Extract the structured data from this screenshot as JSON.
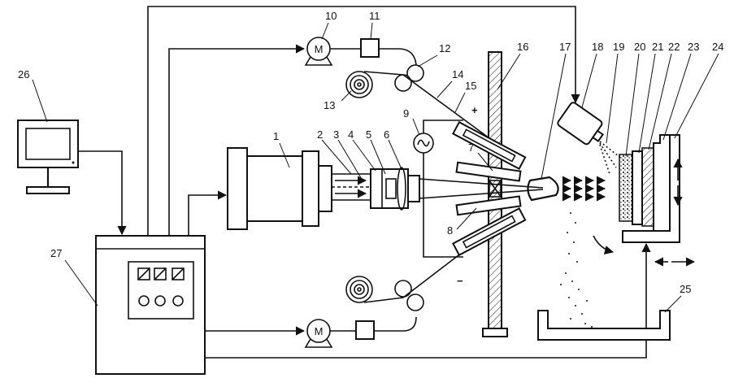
{
  "labels": {
    "l1": "1",
    "l2": "2",
    "l3": "3",
    "l4": "4",
    "l5": "5",
    "l6": "6",
    "l7": "7",
    "l8": "8",
    "l9": "9",
    "l10": "10",
    "l11": "11",
    "l12": "12",
    "l13": "13",
    "l14": "14",
    "l15": "15",
    "l16": "16",
    "l17": "17",
    "l18": "18",
    "l19": "19",
    "l20": "20",
    "l21": "21",
    "l22": "22",
    "l23": "23",
    "l24": "24",
    "l25": "25",
    "l26": "26",
    "l27": "27"
  },
  "symbols": {
    "motor": "M",
    "plus": "+",
    "minus": "−"
  }
}
